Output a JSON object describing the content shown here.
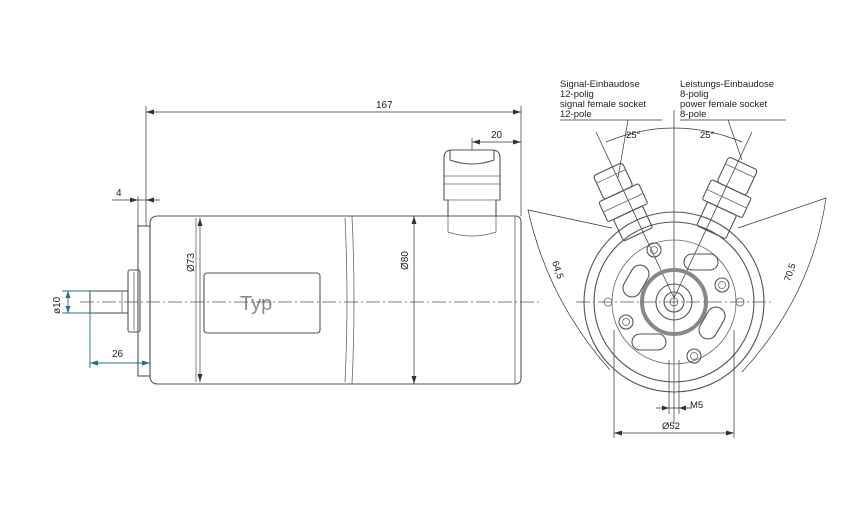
{
  "side_view": {
    "dim_overall_length": "167",
    "dim_connector_offset": "20",
    "dim_flange_step": "4",
    "dim_diameter_73": "Ø73",
    "dim_diameter_80": "Ø80",
    "dim_shaft_diameter": "ø10",
    "dim_shaft_length": "26",
    "nameplate_label": "Typ"
  },
  "front_view": {
    "signal_connector_label": [
      "Signal-Einbaudose",
      "12-polig",
      "signal female socket",
      "12-pole"
    ],
    "power_connector_label": [
      "Leistungs-Einbaudose",
      "8-polig",
      "power female socket",
      "8-pole"
    ],
    "dim_signal_angle": "25°",
    "dim_power_angle": "25°",
    "dim_left_radius": "64,5",
    "dim_right_radius": "70,5",
    "dim_thread": "M5",
    "dim_bolt_circle": "Ø52"
  }
}
